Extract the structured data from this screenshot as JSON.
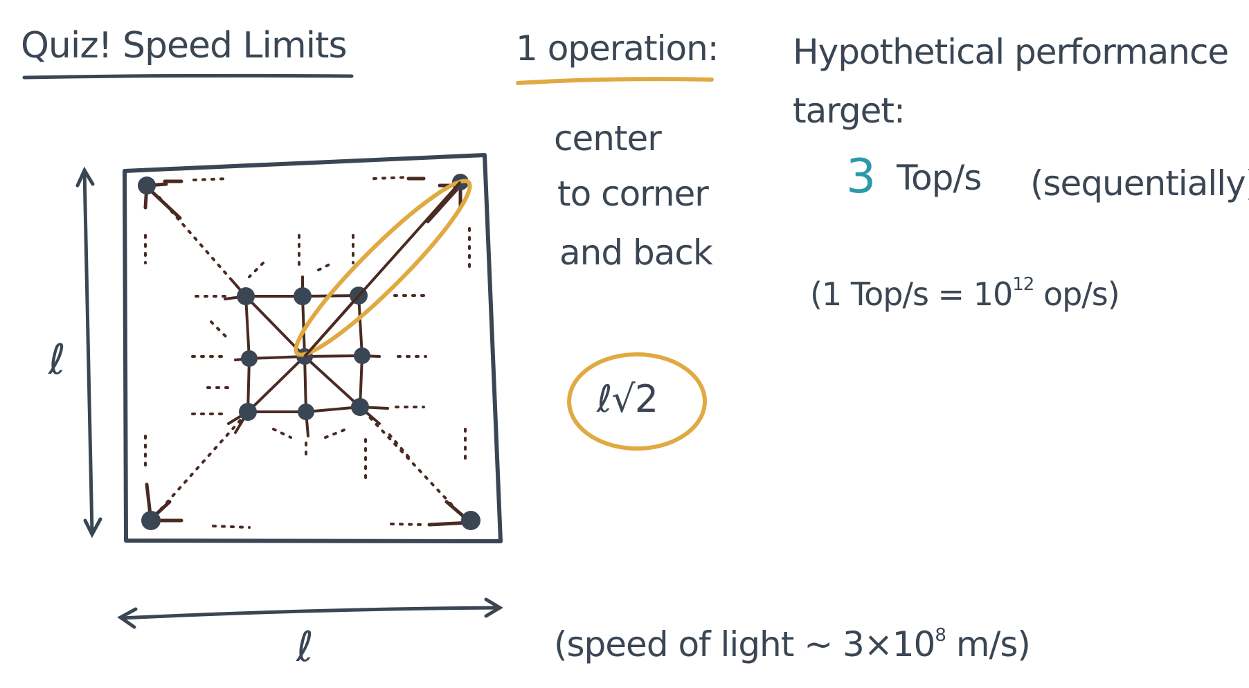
{
  "title": "Quiz! Speed Limits",
  "operation": {
    "heading": "1 operation:",
    "description_lines": [
      "center",
      "to corner",
      "and back"
    ],
    "answer": "ℓ√2"
  },
  "performance": {
    "label_line1": "Hypothetical performance",
    "label_line2": "target:",
    "value": "3",
    "unit": "Top/s",
    "mode": "(sequentially)",
    "conversion_prefix": "(1 Top/s = 10",
    "conversion_exponent": "12",
    "conversion_suffix": " op/s)"
  },
  "speed_of_light": {
    "prefix": "(speed of light ~ 3×10",
    "exponent": "8",
    "suffix": " m/s)"
  },
  "dimensions": {
    "side_label": "ℓ",
    "bottom_label": "ℓ"
  },
  "colors": {
    "ink": "#3b4654",
    "highlight": "#e0a942",
    "accent": "#2a9aa8",
    "wire": "#4a2a22"
  }
}
